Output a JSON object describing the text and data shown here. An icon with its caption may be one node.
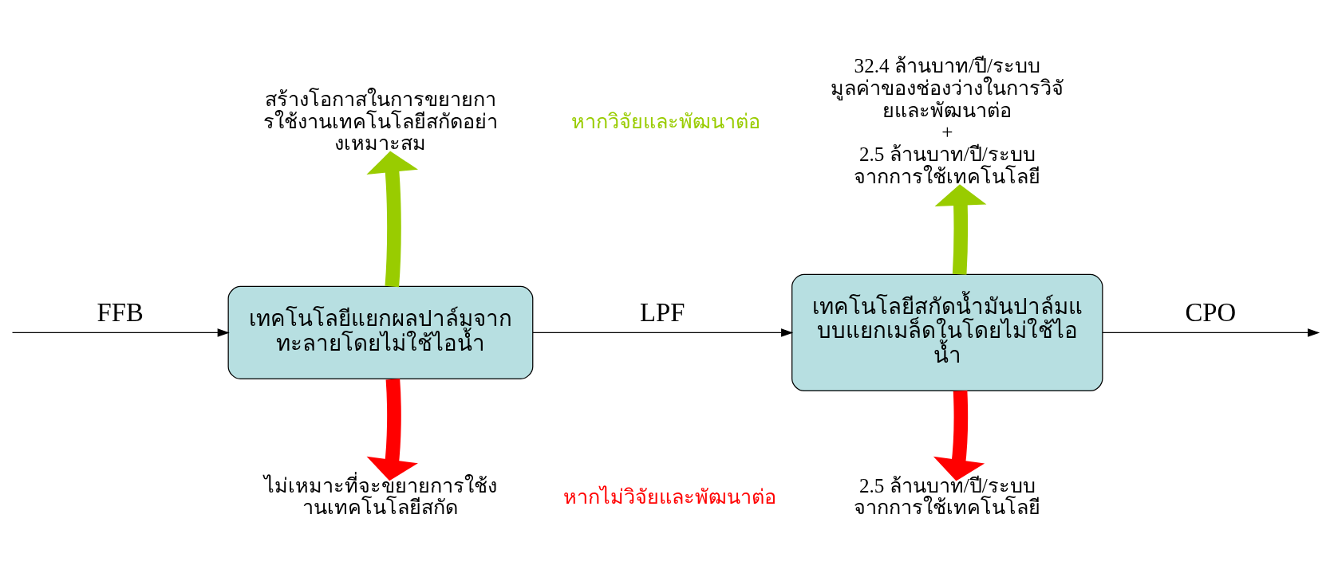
{
  "diagram": {
    "nodes": [
      {
        "text": [
          "เทคโนโลยีแยกผลปาล์มจากทะลายโดยไม่ใช้ไอน้ำ"
        ]
      },
      {
        "text": [
          "เทคโนโลยีสกัดน้ำมันปาล์มแบบแยกเมล็ดในโดยไม่ใช้ไอน้ำ"
        ]
      },
      {
        "text": [
          "สร้างโอกาสในการขยายการใช้งานเทคโนโลยีสกัดอย่างเหมาะสม"
        ]
      },
      {
        "text": [
          "ไม่เหมาะที่จะขยายการใช้งานเทคโนโลยีสกัด"
        ]
      },
      {
        "text": [
          "32.4 ล้านบาท/ปี/ระบบ",
          "มูลค่าของช่องว่างในการวิจัยและพัฒนาต่อ",
          "+",
          "2.5 ล้านบาท/ปี/ระบบ",
          "จากการใช้เทคโนโลยี"
        ]
      },
      {
        "text": [
          "2.5 ล้านบาท/ปี/ระบบ",
          "จากการใช้เทคโนโลยี"
        ]
      }
    ],
    "edges": [
      {
        "from": null,
        "to": 0,
        "arrow": "to",
        "label": "FFB"
      },
      {
        "from": 0,
        "to": 1,
        "arrow": "to",
        "label": "LPF"
      },
      {
        "from": 1,
        "to": null,
        "arrow": "to",
        "label": "CPO"
      },
      {
        "from": 0,
        "to": 2,
        "arrow": "to",
        "color": "#99cc00"
      },
      {
        "from": 0,
        "to": 3,
        "arrow": "to",
        "color": "#ff0000"
      },
      {
        "from": 1,
        "to": 4,
        "arrow": "to",
        "color": "#99cc00"
      },
      {
        "from": 1,
        "to": 5,
        "arrow": "to",
        "color": "#ff0000"
      }
    ],
    "labels": [
      "หากวิจัยและพัฒนาต่อ",
      "หากไม่วิจัยและพัฒนาต่อ"
    ]
  }
}
